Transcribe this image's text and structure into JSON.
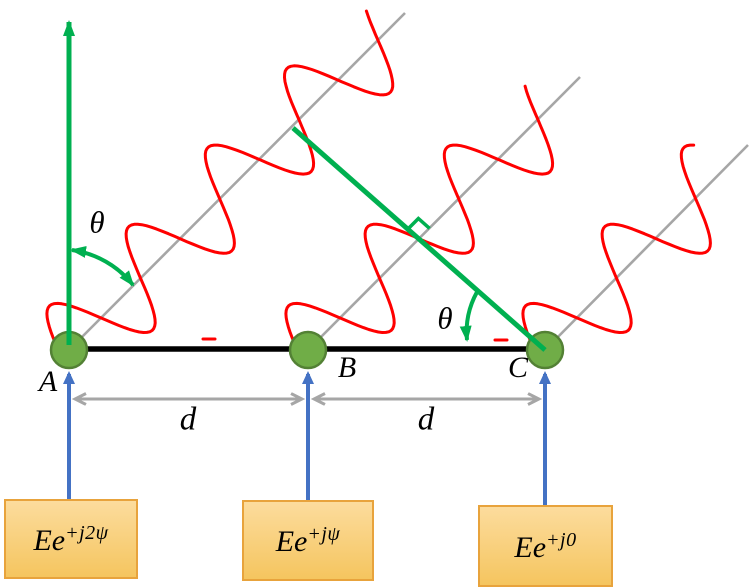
{
  "colors": {
    "wave_red": "#FF0000",
    "ray_gray": "#A6A6A6",
    "baseline_black": "#000000",
    "element_fill_green": "#70AD47",
    "element_stroke_green": "#538135",
    "accent_green": "#00B050",
    "feed_blue": "#4472C4",
    "dimension_gray": "#A6A6A6",
    "box_fill_top": "#FCDC9D",
    "box_fill_bottom": "#F5C55F",
    "box_border": "#E8A33C",
    "text": "#000000"
  },
  "labels": {
    "theta_at_a": "θ",
    "theta_at_c": "θ",
    "spacing_ab": "d",
    "spacing_bc": "d"
  },
  "elements": [
    {
      "label": "A",
      "signal_base": "Ee",
      "signal_exponent": "+j2ψ"
    },
    {
      "label": "B",
      "signal_base": "Ee",
      "signal_exponent": "+jψ"
    },
    {
      "label": "C",
      "signal_base": "Ee",
      "signal_exponent": "+j0"
    }
  ]
}
